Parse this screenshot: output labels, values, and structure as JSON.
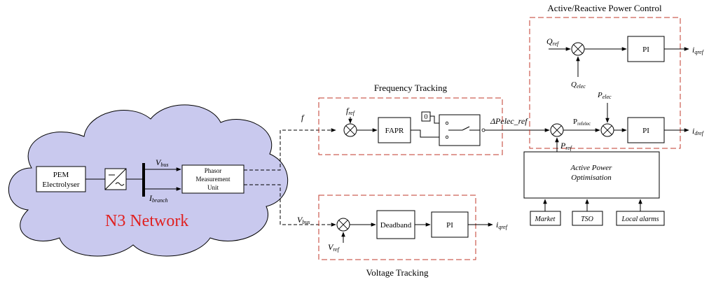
{
  "colors": {
    "cloud_fill": "#c9c9ee",
    "cloud_stroke": "#000000",
    "network_label": "#e02020",
    "region_border": "#c0392b",
    "line": "#000000"
  },
  "network": {
    "label": "N3 Network",
    "pem_line1": "PEM",
    "pem_line2": "Electrolyser",
    "pmu_line1": "Phasor",
    "pmu_line2": "Measurement",
    "pmu_line3": "Unit",
    "vbus_main": "V",
    "vbus_sub": "bus",
    "ibranch_main": "I",
    "ibranch_sub": "branch"
  },
  "frequency_tracking": {
    "title": "Frequency Tracking",
    "f_label": "f",
    "fref_main": "f",
    "fref_sub": "ref",
    "fapr": "FAPR",
    "zero": "0",
    "output": "ΔPelec_ref"
  },
  "voltage_tracking": {
    "title": "Voltage Tracking",
    "vbus_main": "V",
    "vbus_sub": "bus",
    "vref_main": "V",
    "vref_sub": "ref",
    "deadband": "Deadband",
    "pi": "PI",
    "out_main": "i",
    "out_sub": "qref"
  },
  "power_control": {
    "title": "Active/Reactive Power Control",
    "qref_main": "Q",
    "qref_sub": "ref",
    "qelec_main": "Q",
    "qelec_sub": "elec",
    "pi_top": "PI",
    "iqref_main": "i",
    "iqref_sub": "qref",
    "pelec_main": "P",
    "pelec_sub": "elec",
    "prefelec_main": "P",
    "prefelec_sub": "refelec",
    "pi_bottom": "PI",
    "idref_main": "i",
    "idref_sub": "dref",
    "pref_main": "P",
    "pref_sub": "ref"
  },
  "optimisation": {
    "line1": "Active Power",
    "line2": "Optimisation",
    "inputs": [
      "Market",
      "TSO",
      "Local alarms"
    ]
  }
}
